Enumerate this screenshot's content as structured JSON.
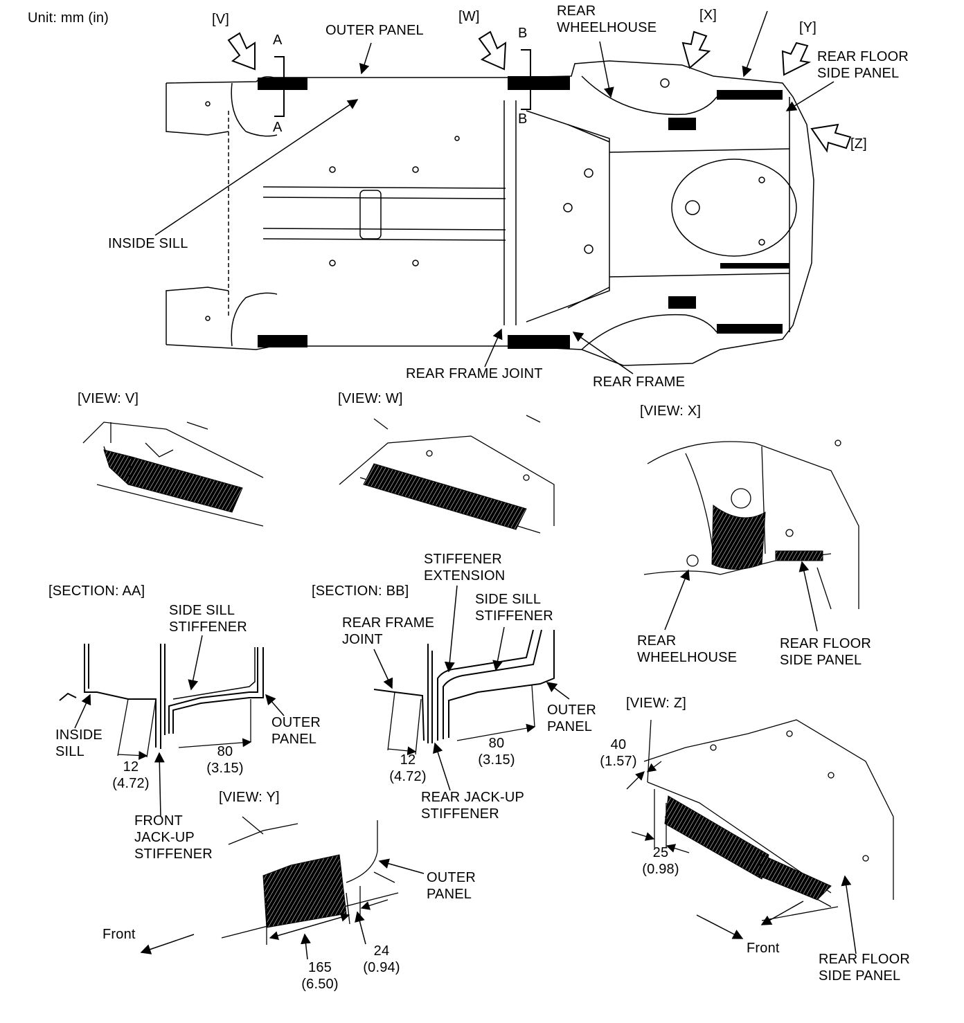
{
  "unit": "Unit: mm (in)",
  "main": {
    "view_v": "[V]",
    "view_w": "[W]",
    "view_x": "[X]",
    "view_y": "[Y]",
    "view_z": "[Z]",
    "sec_a_top": "A",
    "sec_a_bottom": "A",
    "sec_b_top": "B",
    "sec_b_bottom": "B",
    "outer_panel": "OUTER PANEL",
    "rear_wheelhouse": "REAR\nWHEELHOUSE",
    "rear_floor_side_panel": "REAR FLOOR\nSIDE PANEL",
    "inside_sill": "INSIDE SILL",
    "rear_frame_joint": "REAR FRAME JOINT",
    "rear_frame": "REAR FRAME"
  },
  "view_v": {
    "title": "[VIEW: V]"
  },
  "view_w": {
    "title": "[VIEW: W]"
  },
  "view_x": {
    "title": "[VIEW: X]",
    "rear_wheelhouse": "REAR\nWHEELHOUSE",
    "rear_floor_side_panel": "REAR FLOOR\nSIDE PANEL"
  },
  "section_aa": {
    "title": "[SECTION: AA]",
    "side_sill_stiffener": "SIDE SILL\nSTIFFENER",
    "inside_sill": "INSIDE\nSILL",
    "outer_panel": "OUTER\nPANEL",
    "dim_80": "80\n(3.15)",
    "dim_12": "12\n(4.72)",
    "front_jackup_stiffener": "FRONT\nJACK-UP\nSTIFFENER"
  },
  "section_bb": {
    "title": "[SECTION: BB]",
    "stiffener_extension": "STIFFENER\nEXTENSION",
    "side_sill_stiffener": "SIDE SILL\nSTIFFENER",
    "rear_frame_joint": "REAR FRAME\nJOINT",
    "outer_panel": "OUTER\nPANEL",
    "dim_80": "80\n(3.15)",
    "dim_12": "12\n(4.72)",
    "rear_jackup_stiffener": "REAR JACK-UP\nSTIFFENER"
  },
  "view_y": {
    "title": "[VIEW: Y]",
    "outer_panel": "OUTER\nPANEL",
    "front": "Front",
    "dim_165": "165\n(6.50)",
    "dim_24": "24\n(0.94)"
  },
  "view_z": {
    "title": "[VIEW: Z]",
    "dim_40": "40\n(1.57)",
    "dim_25": "25\n(0.98)",
    "front": "Front",
    "rear_floor_side_panel": "REAR FLOOR\nSIDE PANEL"
  }
}
